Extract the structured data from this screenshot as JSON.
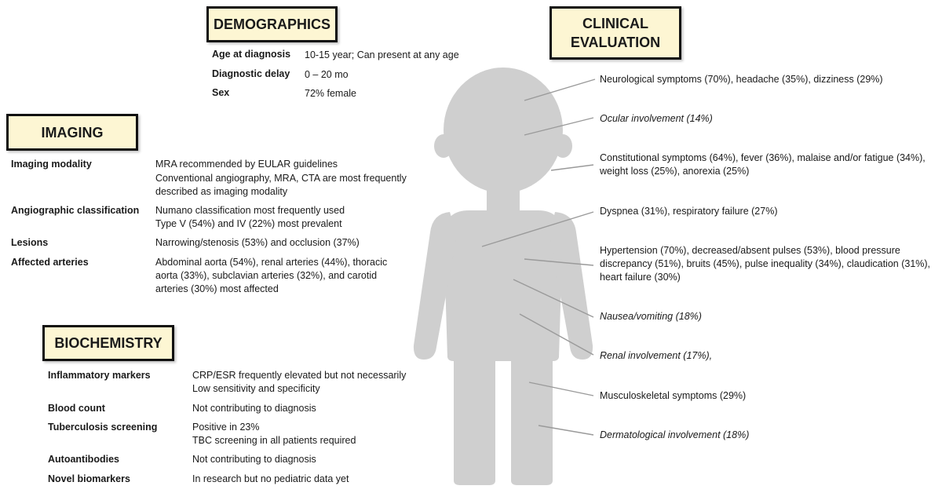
{
  "demographics": {
    "title": "DEMOGRAPHICS",
    "rows": [
      {
        "label": "Age at diagnosis",
        "value": "10-15 year; Can present at any age"
      },
      {
        "label": "Diagnostic delay",
        "value": "0 – 20 mo"
      },
      {
        "label": "Sex",
        "value": "72% female"
      }
    ]
  },
  "imaging": {
    "title": "IMAGING",
    "rows": [
      {
        "label": "Imaging modality",
        "lines": [
          "MRA recommended by EULAR guidelines",
          "Conventional angiography, MRA, CTA are most frequently",
          "described as imaging modality"
        ]
      },
      {
        "label": "Angiographic classification",
        "lines": [
          "Numano classification most frequently used",
          "Type V (54%) and IV (22%) most prevalent"
        ]
      },
      {
        "label": "Lesions",
        "lines": [
          "Narrowing/stenosis (53%) and occlusion (37%)"
        ]
      },
      {
        "label": "Affected arteries",
        "lines": [
          "Abdominal aorta (54%), renal arteries (44%), thoracic",
          "aorta (33%), subclavian arteries (32%), and carotid",
          "arteries (30%) most affected"
        ]
      }
    ]
  },
  "biochemistry": {
    "title": "BIOCHEMISTRY",
    "rows": [
      {
        "label": "Inflammatory markers",
        "lines": [
          "CRP/ESR frequently elevated but not necessarily",
          "Low sensitivity and specificity"
        ]
      },
      {
        "label": "Blood count",
        "lines": [
          "Not contributing to diagnosis"
        ]
      },
      {
        "label": "Tuberculosis screening",
        "lines": [
          "Positive in 23%",
          "TBC screening in all patients required"
        ]
      },
      {
        "label": "Autoantibodies",
        "lines": [
          "Not contributing to diagnosis"
        ]
      },
      {
        "label": "Novel biomarkers",
        "lines": [
          "In research but no pediatric data yet"
        ]
      }
    ]
  },
  "clinical": {
    "title_line1": "CLINICAL",
    "title_line2": "EVALUATION",
    "items": [
      {
        "lines": [
          "Neurological symptoms (70%), headache (35%), dizziness (29%)"
        ]
      },
      {
        "lines": [
          "Ocular involvement (14%)"
        ]
      },
      {
        "lines": [
          "Constitutional symptoms (64%), fever (36%), malaise and/or fatigue (34%),",
          "weight loss (25%), anorexia (25%)"
        ]
      },
      {
        "lines": [
          "Dyspnea (31%), respiratory failure (27%)"
        ]
      },
      {
        "lines": [
          "Hypertension (70%), decreased/absent pulses (53%), blood pressure",
          "discrepancy (51%), bruits (45%), pulse inequality (34%), claudication (31%),",
          "heart failure (30%)"
        ]
      },
      {
        "lines": [
          "Nausea/vomiting (18%)"
        ]
      },
      {
        "lines": [
          "Renal involvement (17%),"
        ]
      },
      {
        "lines": [
          "Musculoskeletal symptoms (29%)"
        ]
      },
      {
        "lines": [
          "Dermatological involvement (18%)"
        ]
      }
    ]
  },
  "colors": {
    "header_bg": "#fdf6d3",
    "figure": "#cfcfcf",
    "pointer": "#9a9a9a"
  }
}
